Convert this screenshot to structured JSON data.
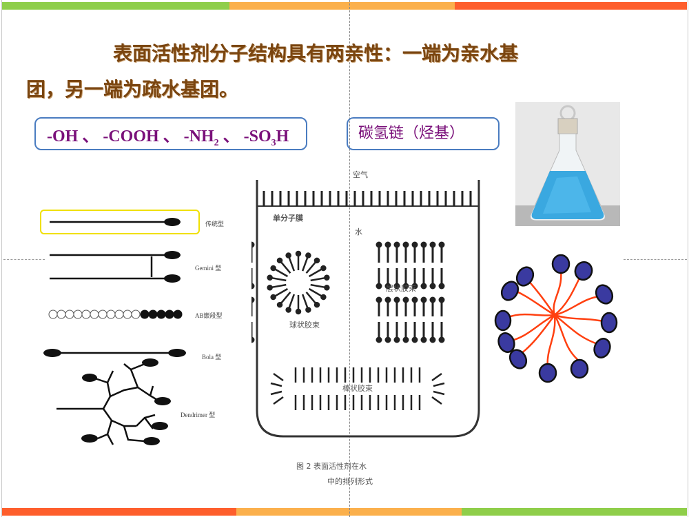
{
  "slide": {
    "top_bar_colors": [
      "#8fce4a",
      "#fbb04c",
      "#fe5e2c"
    ],
    "bottom_bar_colors": [
      "#fe5e2c",
      "#fbb04c",
      "#8fce4a"
    ],
    "title_line1": "表面活性剂分子结构具有两亲性：一端为亲水基",
    "title_line2": "团，另一端为疏水基团。",
    "hydrophilic_groups": {
      "oh": "-OH 、",
      "cooh": " -COOH 、",
      "nh2_prefix": " -NH",
      "nh2_sub": "2",
      "sep": " 、",
      "so3h_prefix": " -SO",
      "so3h_sub": "3",
      "so3h_suffix": "H"
    },
    "hydrophobic_group": "碳氢链（烃基）",
    "structure_types": [
      {
        "label": "传统型"
      },
      {
        "label": "Gemini 型"
      },
      {
        "label": "AB嵌段型"
      },
      {
        "label": "Bola 型"
      },
      {
        "label": "Dendrimer 型"
      }
    ],
    "beaker_figure": {
      "air_label": "空气",
      "monolayer_label": "单分子膜",
      "water_label": "水",
      "spherical_micelle": "球状胶束",
      "layered_micelle": "层状胶束",
      "rod_micelle": "棒状胶束",
      "caption_line1": "图 2    表面活性剂在水",
      "caption_line2": "中的排列形式"
    },
    "micelle_colors": {
      "head": "#3a3aa0",
      "tail": "#ff4010"
    }
  }
}
